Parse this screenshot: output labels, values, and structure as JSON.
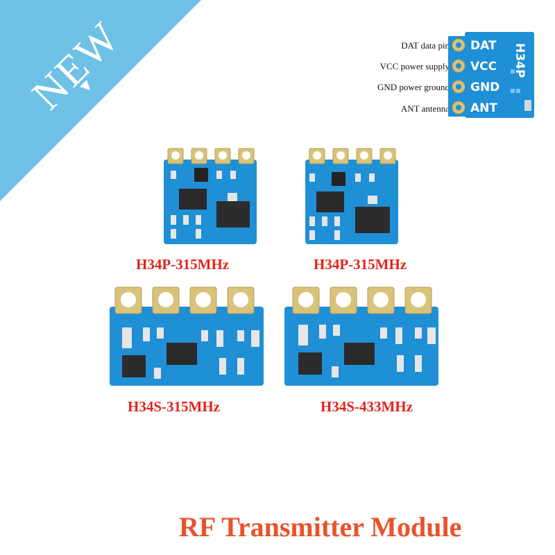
{
  "badge": {
    "label": "NEW",
    "color": "#6ec1e4"
  },
  "pin_diagram": {
    "board_label": "H34P",
    "pins": [
      {
        "name": "DAT",
        "description": "DAT data pin"
      },
      {
        "name": "VCC",
        "description": "VCC power supply"
      },
      {
        "name": "GND",
        "description": "GND power ground"
      },
      {
        "name": "ANT",
        "description": "ANT antenna"
      }
    ]
  },
  "modules": [
    {
      "label": "H34P-315MHz"
    },
    {
      "label": "H34P-315MHz"
    },
    {
      "label": "H34S-315MHz"
    },
    {
      "label": "H34S-433MHz"
    }
  ],
  "title": "RF Transmitter Module",
  "colors": {
    "pcb": "#1f8fd6",
    "pad": "#d9c27a",
    "label_red": "#e0241b",
    "title_orange": "#e8532b"
  }
}
